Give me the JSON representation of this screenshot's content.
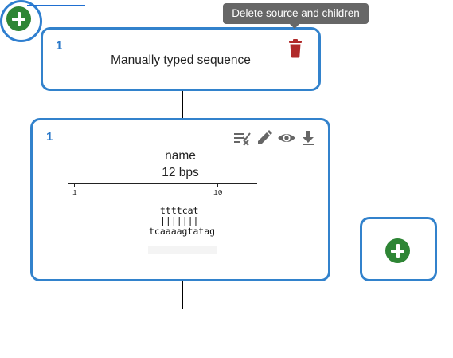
{
  "tooltip": {
    "text": "Delete source and children"
  },
  "source_node": {
    "id": "1",
    "title": "Manually typed sequence",
    "icons": [
      "trash-icon"
    ]
  },
  "sequence_node": {
    "id": "1",
    "name": "name",
    "length_label": "12 bps",
    "ruler_ticks": [
      "1",
      "10"
    ],
    "alignment": {
      "top": "ttttcat",
      "bars": "|||||||",
      "bottom": "tcaaaagtatag"
    },
    "icons": [
      "select-region-icon",
      "edit-pencil-icon",
      "eye-icon",
      "download-icon"
    ]
  },
  "colors": {
    "border": "#3282cc",
    "id_text": "#2a78c9",
    "trash": "#b02a2a",
    "add_button": "#2e8535",
    "tooltip_bg": "#676767"
  }
}
